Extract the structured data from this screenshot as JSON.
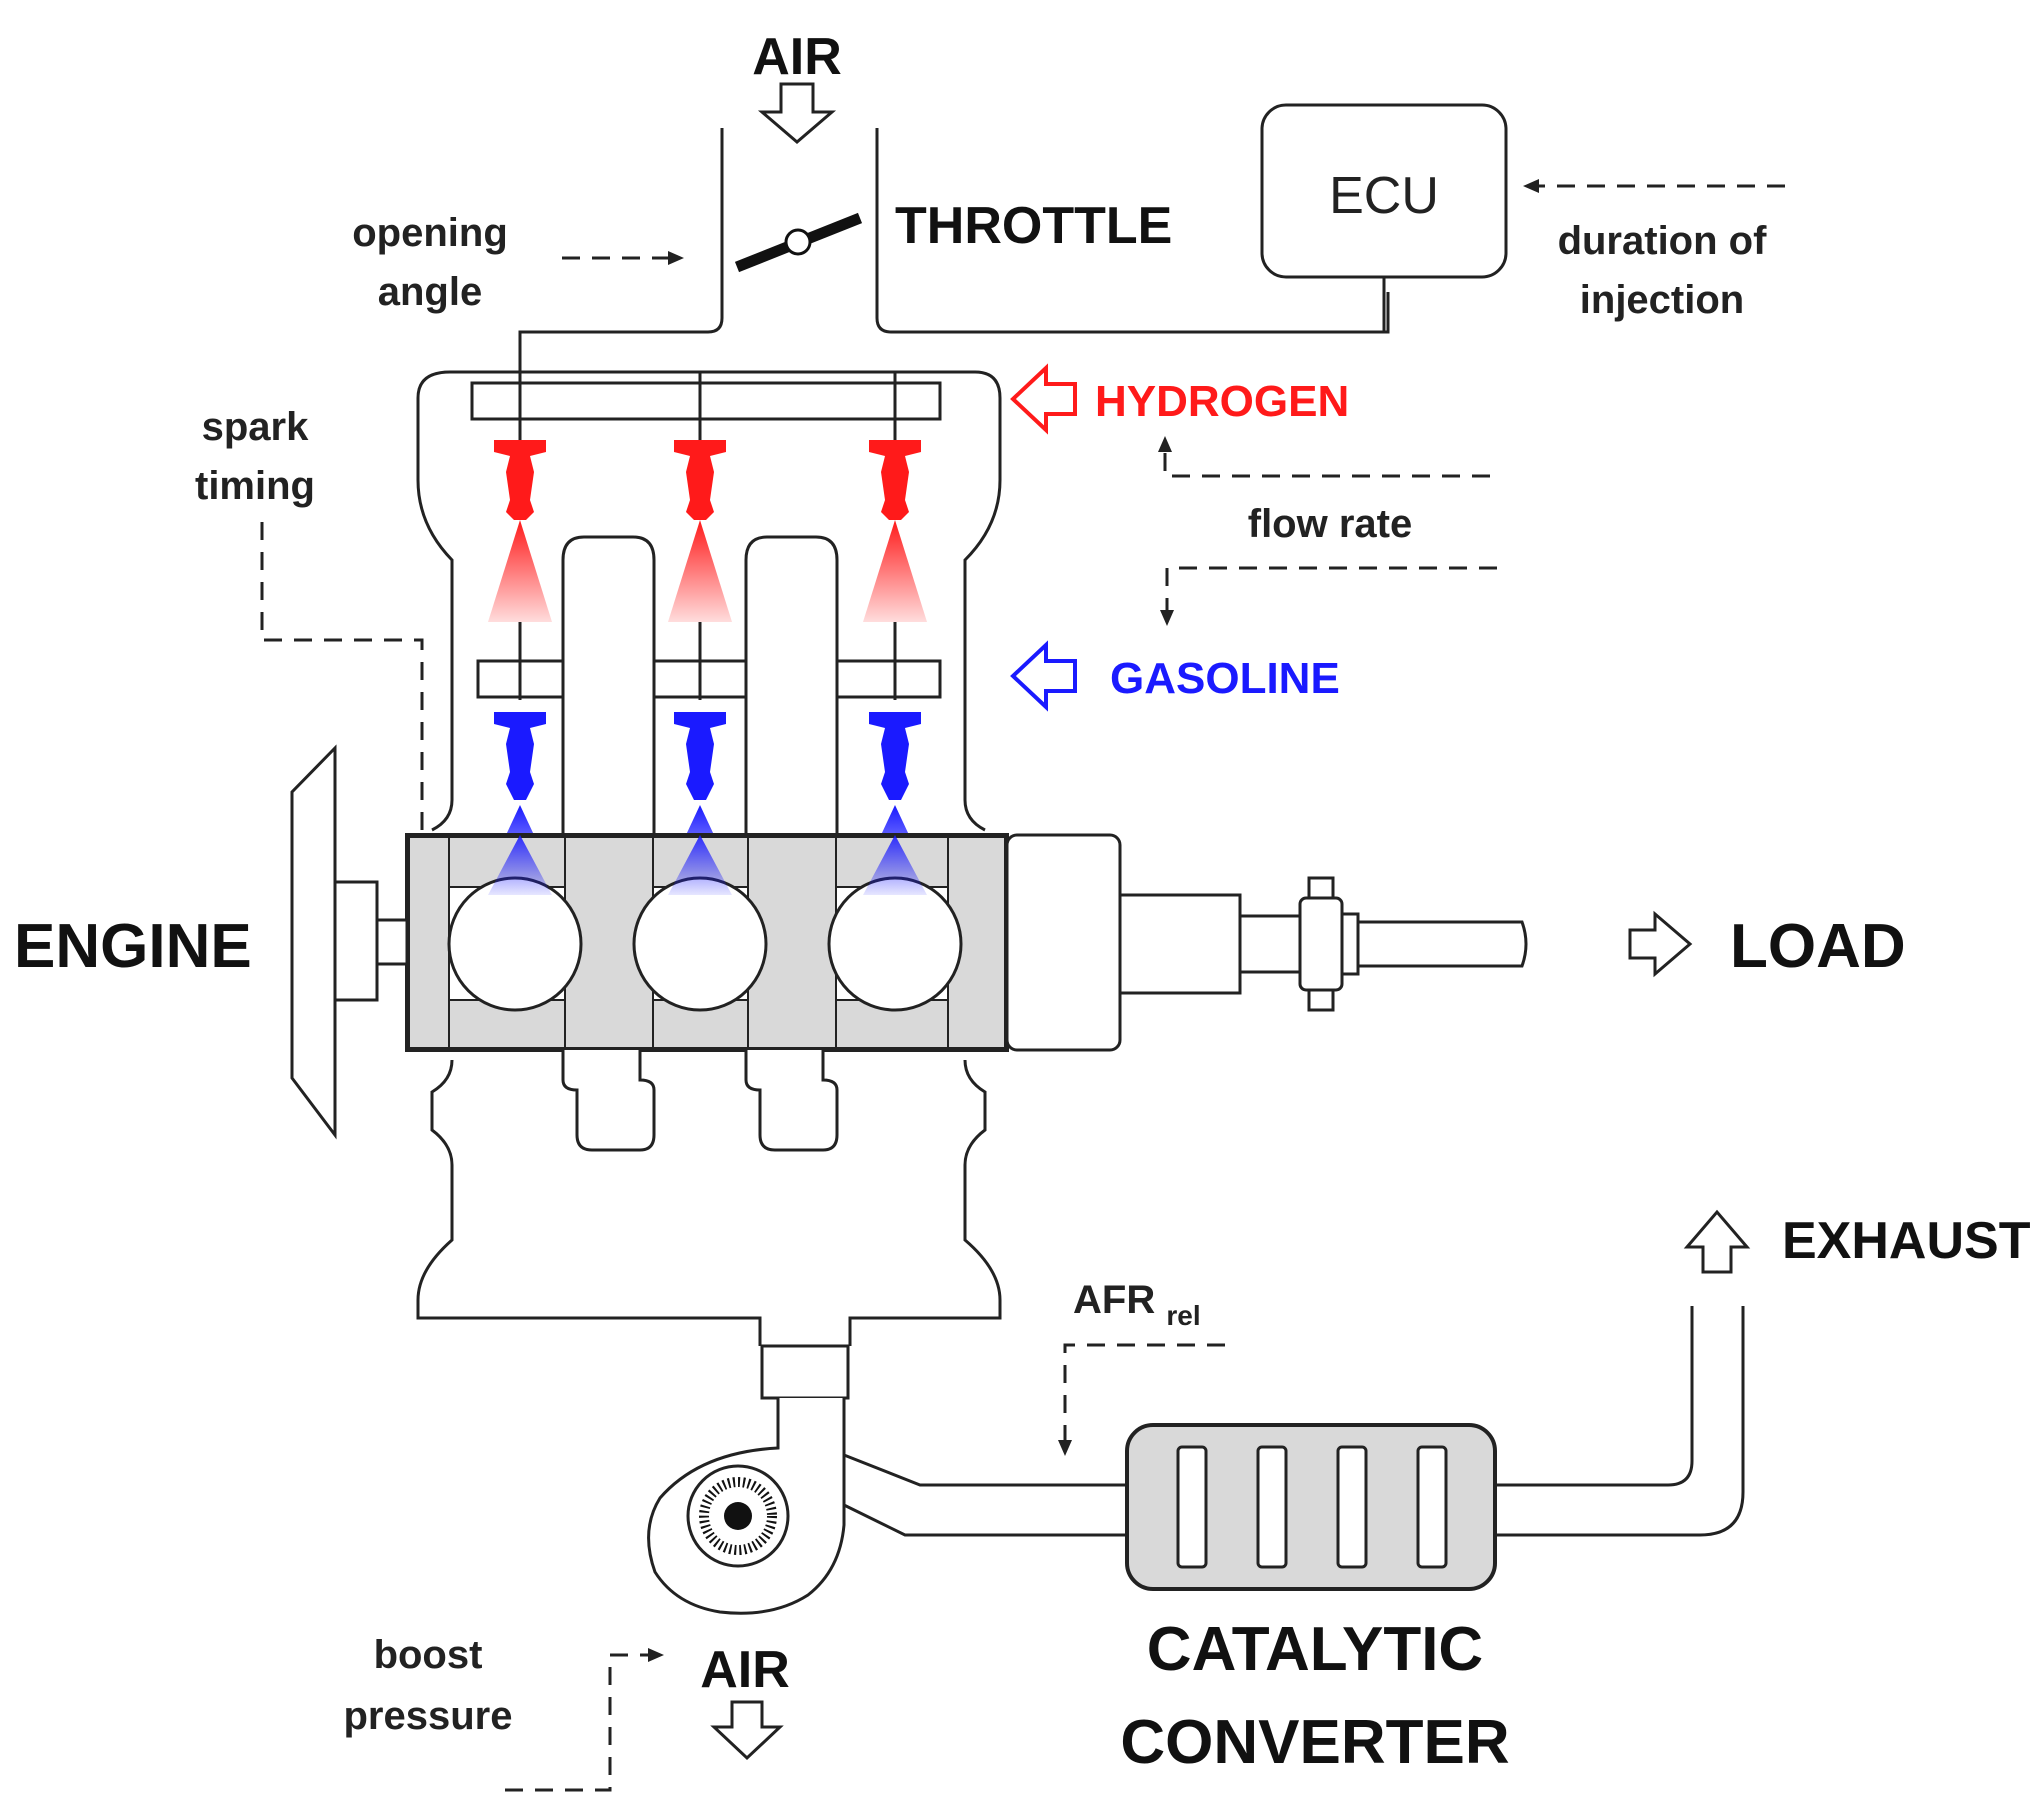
{
  "labels": {
    "air_in": "AIR",
    "throttle": "THROTTLE",
    "opening_angle_1": "opening",
    "opening_angle_2": "angle",
    "ecu": "ECU",
    "duration_1": "duration of",
    "duration_2": "injection",
    "spark_1": "spark",
    "spark_2": "timing",
    "hydrogen": "HYDROGEN",
    "flow_rate": "flow rate",
    "gasoline": "GASOLINE",
    "engine": "ENGINE",
    "load": "LOAD",
    "exhaust": "EXHAUST",
    "afr_main": "AFR",
    "afr_sub": "rel",
    "boost_1": "boost",
    "boost_2": "pressure",
    "air_out": "AIR",
    "catalytic_1": "CATALYTIC",
    "catalytic_2": "CONVERTER"
  },
  "colors": {
    "hydrogen": "#ff1a1a",
    "gasoline": "#1a1aff",
    "engine_block": "#d9d9d9",
    "outline": "#222222"
  },
  "components": {
    "cylinders": 3,
    "catalyst_cells": 4
  }
}
